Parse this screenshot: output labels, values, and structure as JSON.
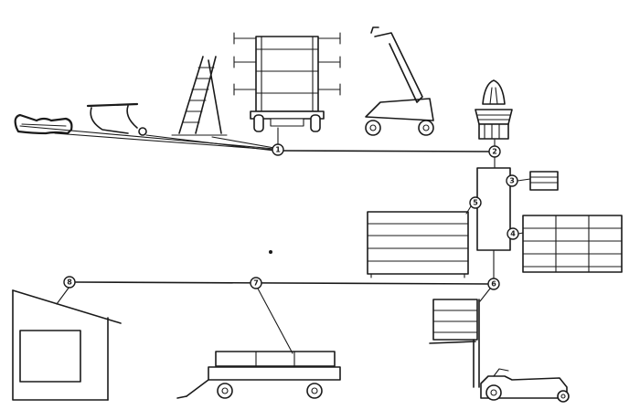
{
  "markers": [
    {
      "id": "1",
      "label": "1"
    },
    {
      "id": "2",
      "label": "2"
    },
    {
      "id": "3",
      "label": "3"
    },
    {
      "id": "4",
      "label": "4"
    },
    {
      "id": "5",
      "label": "5"
    },
    {
      "id": "6",
      "label": "6"
    },
    {
      "id": "7",
      "label": "7"
    },
    {
      "id": "8",
      "label": "8"
    }
  ],
  "equipment_icons": [
    "sledge-icon",
    "hand-sled-icon",
    "ladder-icon",
    "rack-cart-icon",
    "boom-lift-icon",
    "spray-nozzle-icon",
    "small-tray-icon",
    "column-unit-icon",
    "left-pallet-stack-icon",
    "right-pallet-stack-icon",
    "forklift-icon",
    "trailer-icon",
    "shed-icon"
  ],
  "colors": {
    "ink": "#1a1a1a",
    "background": "#ffffff"
  }
}
